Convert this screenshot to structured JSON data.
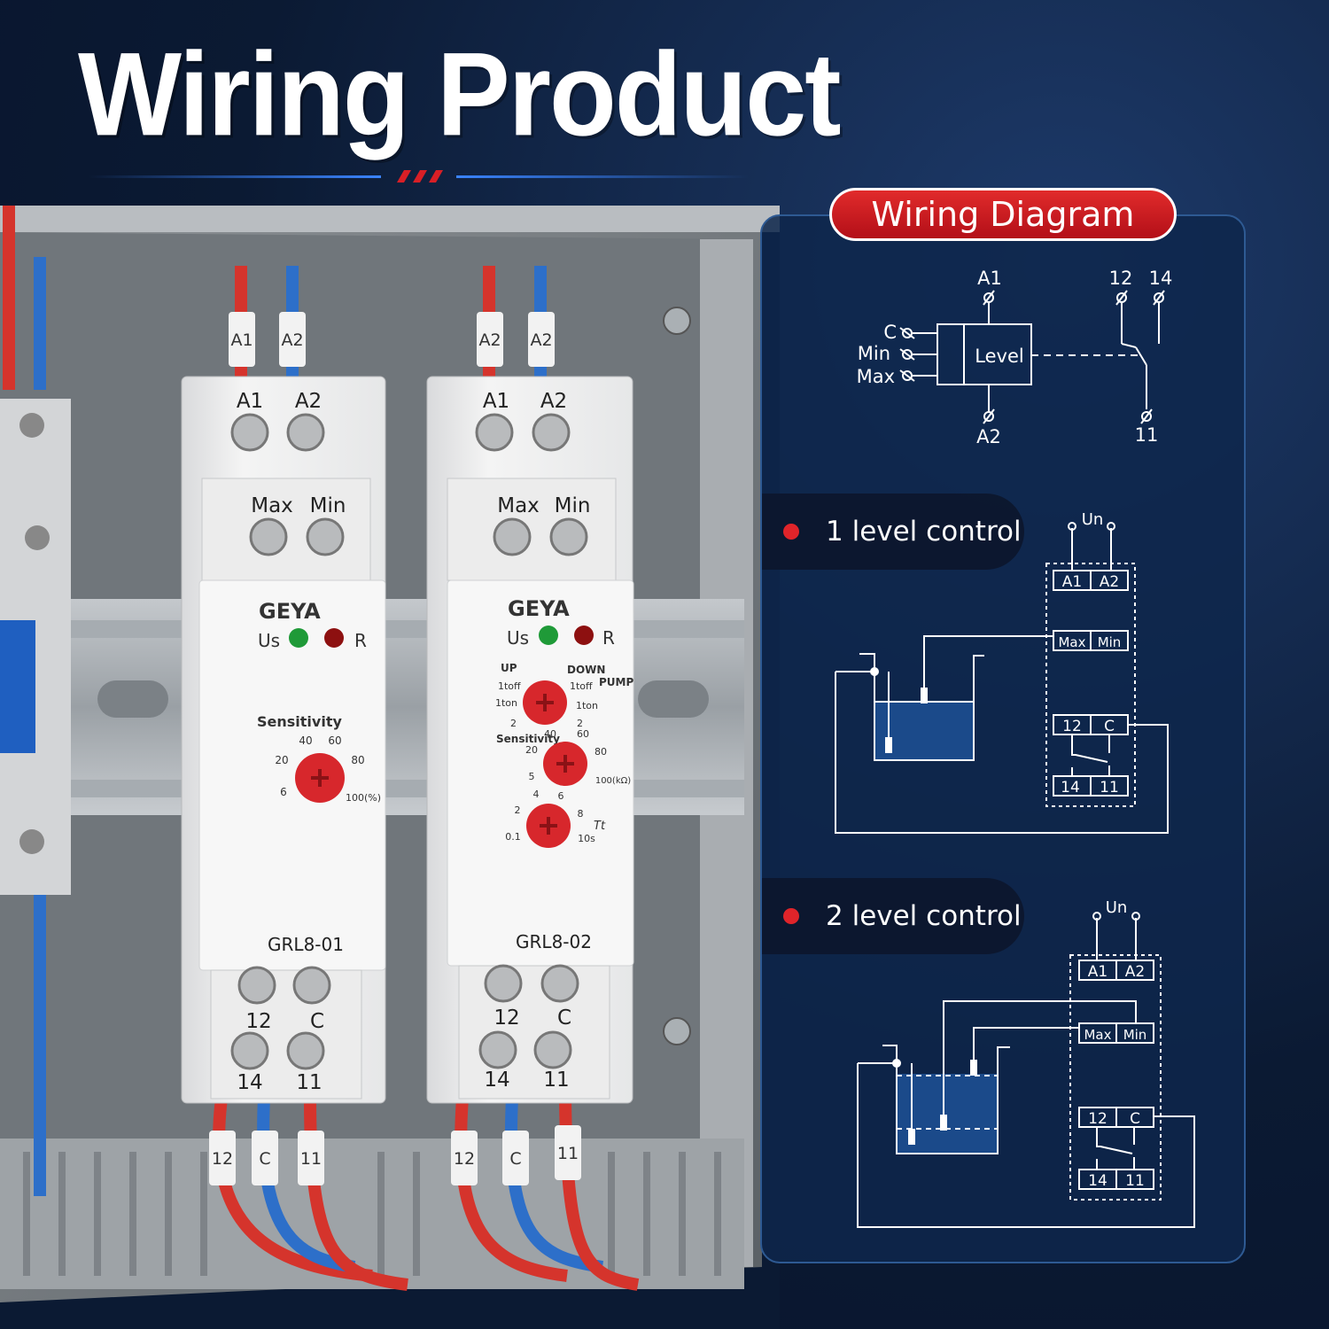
{
  "title": "Wiring Product",
  "diagram_header": "Wiring Diagram",
  "schematic": {
    "a1": "A1",
    "a2": "A2",
    "t12": "12",
    "t14": "14",
    "t11": "11",
    "c": "C",
    "min": "Min",
    "max": "Max",
    "level": "Level"
  },
  "section1": {
    "label": "1 level control",
    "un": "Un",
    "a1": "A1",
    "a2": "A2",
    "max": "Max",
    "min": "Min",
    "t12": "12",
    "c": "C",
    "t14": "14",
    "t11": "11"
  },
  "section2": {
    "label": "2 level control",
    "un": "Un",
    "a1": "A1",
    "a2": "A2",
    "max": "Max",
    "min": "Min",
    "t12": "12",
    "c": "C",
    "t14": "14",
    "t11": "11"
  },
  "relays": [
    {
      "brand": "GEYA",
      "model": "GRL8-01",
      "wire_top": [
        "A1",
        "A2"
      ],
      "top_terms": [
        "A1",
        "A2"
      ],
      "mid_terms": [
        "Max",
        "Min"
      ],
      "led_us": "Us",
      "led_r": "R",
      "sensitivity": "Sensitivity",
      "dial": [
        "40",
        "60",
        "20",
        "80",
        "6",
        "100(%)"
      ],
      "bot_terms": [
        "12",
        "C",
        "14",
        "11"
      ],
      "wire_bot": [
        "12",
        "C",
        "11"
      ]
    },
    {
      "brand": "GEYA",
      "model": "GRL8-02",
      "wire_top": [
        "A2",
        "A2"
      ],
      "top_terms": [
        "A1",
        "A2"
      ],
      "mid_terms": [
        "Max",
        "Min"
      ],
      "led_us": "Us",
      "led_r": "R",
      "up": "UP",
      "down": "DOWN",
      "pump": "PUMP",
      "t1toff_l": "1toff",
      "t1ton_l": "1ton",
      "t2_l": "2",
      "t1toff_r": "1toff",
      "t1ton_r": "1ton",
      "t2_r": "2",
      "sensitivity": "Sensitivity",
      "dial": [
        "40",
        "60",
        "20",
        "80",
        "5",
        "100(kΩ)"
      ],
      "tt_dial": [
        "4",
        "6",
        "2",
        "8",
        "0.1",
        "10s"
      ],
      "tt": "Tt",
      "bot_terms": [
        "12",
        "C",
        "14",
        "11"
      ],
      "wire_bot": [
        "12",
        "C",
        "11"
      ]
    }
  ],
  "colors": {
    "accent_red": "#d81f26",
    "panel_blue": "#0e264c",
    "water": "#1b4a8a",
    "bg": "#0b1a33"
  }
}
